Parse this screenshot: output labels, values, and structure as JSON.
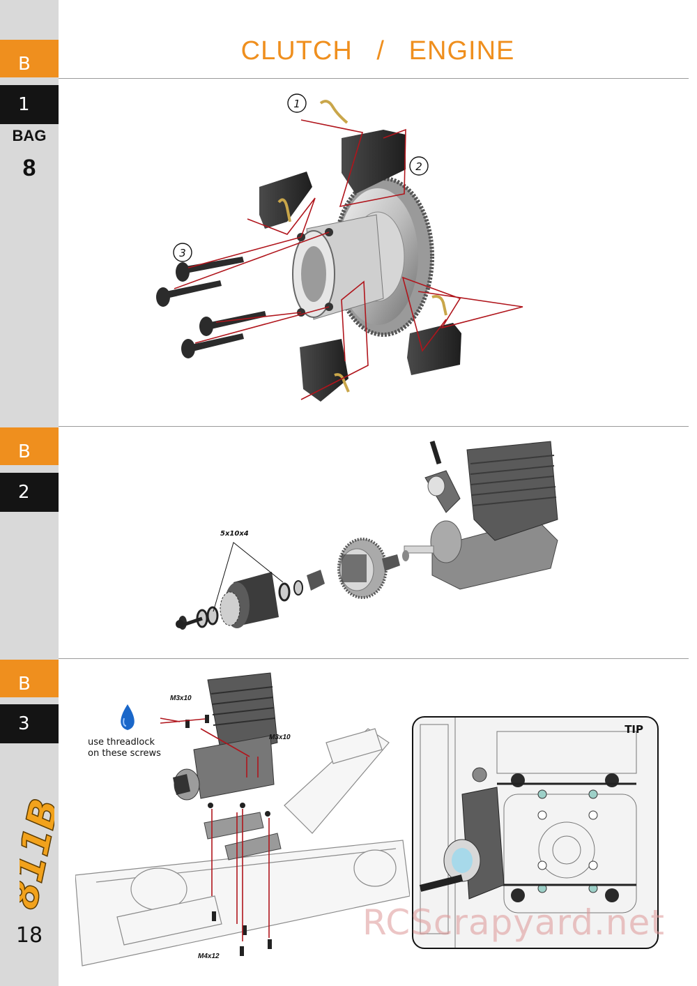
{
  "header": {
    "title": "CLUTCH   /   ENGINE"
  },
  "steps": [
    {
      "section": "B",
      "number": "1"
    },
    {
      "section": "B",
      "number": "2"
    },
    {
      "section": "B",
      "number": "3"
    }
  ],
  "bag": {
    "label": "BAG",
    "number": "8"
  },
  "step1": {
    "callouts": [
      "1",
      "2",
      "3"
    ]
  },
  "step2": {
    "bearing_label": "5x10x4"
  },
  "step3": {
    "screw_label_top": "M3x10",
    "screw_label_right": "M3x10",
    "screw_label_bottom": "M4x12",
    "threadlock_note_line1": "use threadlock",
    "threadlock_note_line2": "on these screws",
    "tip_label": "TIP"
  },
  "footer": {
    "page_number": "18",
    "model_logo": "811B",
    "watermark": "RCScrapyard.net"
  },
  "colors": {
    "accent": "#ef8f1e",
    "step_black": "#141414",
    "sidebar": "#d9d9d9",
    "guide_line": "#b0151c"
  }
}
